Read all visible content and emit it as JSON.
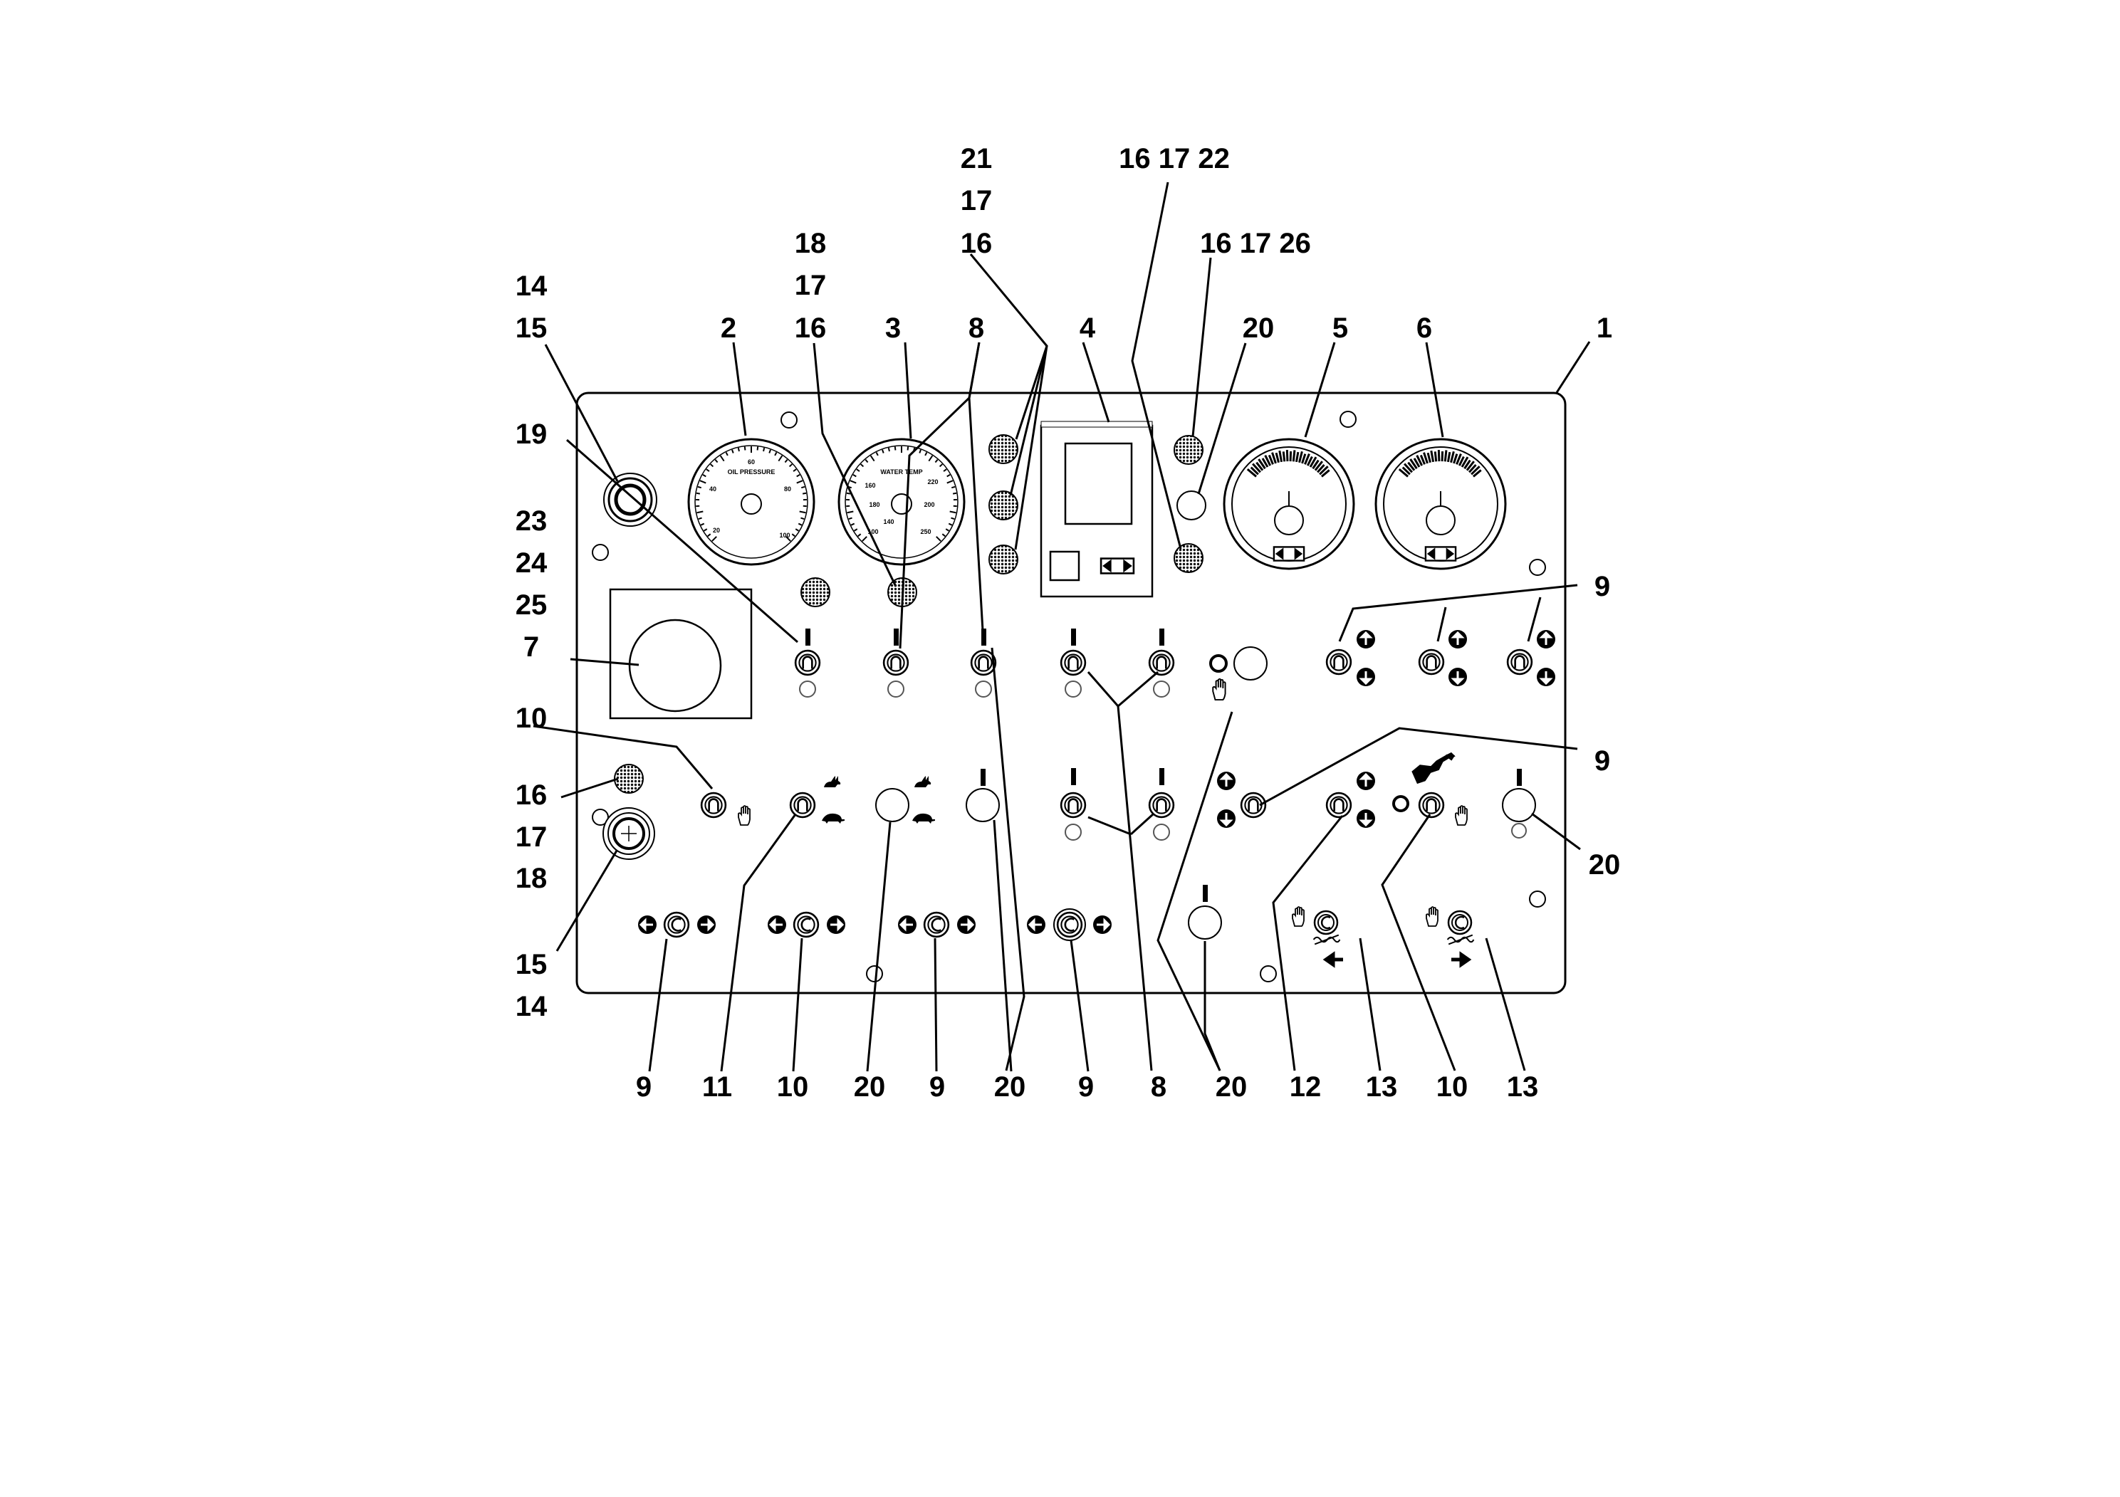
{
  "labels": {
    "l14a": "14",
    "l15a": "15",
    "l19": "19",
    "l23": "23",
    "l24": "24",
    "l25": "25",
    "l7": "7",
    "l10a": "10",
    "l16b": "16",
    "l17b": "17",
    "l18b": "18",
    "l15b": "15",
    "l14b": "14",
    "l2": "2",
    "l18a": "18",
    "l17a": "17",
    "l16a": "16",
    "l3": "3",
    "l8a": "8",
    "l21": "21",
    "l17c": "17",
    "l16c": "16",
    "l4": "4",
    "l16_17_22": "16 17 22",
    "l16_17_26": "16 17 26",
    "l20a": "20",
    "l5": "5",
    "l6": "6",
    "l1": "1",
    "l9r1": "9",
    "l9r2": "9",
    "l20r": "20",
    "b9a": "9",
    "b11": "11",
    "b10a": "10",
    "b20a": "20",
    "b9b": "9",
    "b20b": "20",
    "b9c": "9",
    "b8": "8",
    "b20c": "20",
    "b12": "12",
    "b13a": "13",
    "b10b": "10",
    "b13b": "13"
  },
  "gauges": {
    "oil_pressure": {
      "caption": "OIL PRESSURE",
      "ticks": [
        "20",
        "40",
        "60",
        "80",
        "100"
      ]
    },
    "water_temp": {
      "caption": "WATER TEMP",
      "ticks": [
        "100",
        "140",
        "160",
        "180",
        "200",
        "220",
        "250"
      ]
    }
  },
  "colors": {
    "line": "#000000",
    "panel": "#ffffff",
    "dotted_lamp": "#222222"
  },
  "icons": [
    "hand-icon",
    "rabbit-icon",
    "turtle-icon",
    "arrow-up-icon",
    "arrow-down-icon",
    "arrow-left-icon",
    "arrow-right-icon",
    "excavator-icon"
  ]
}
